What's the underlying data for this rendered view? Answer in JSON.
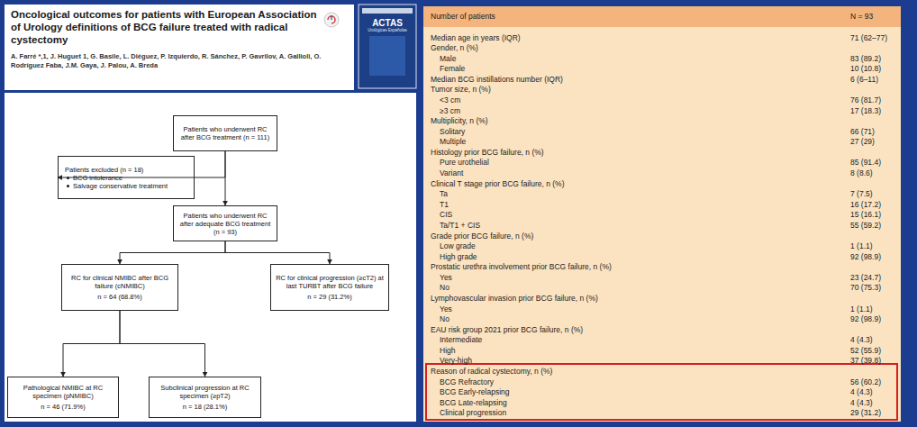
{
  "diagram": {
    "title": "Oncological outcomes for patients with European Association of Urology definitions of BCG failure treated with radical cystectomy",
    "nodes": [
      {
        "text": [
          "Patients who underwent RC after BCG treatment (n = 111)"
        ]
      },
      {
        "text": [
          "Patients excluded (n = 18)",
          "BCG intolerance",
          "Salvage conservative treatment"
        ]
      },
      {
        "text": [
          "Patients who underwent RC after adequate BCG treatment (n = 93)"
        ]
      },
      {
        "text": [
          "RC for clinical NMIBC after BCG failure (cNMIBC)",
          "n = 64 (68.8%)"
        ]
      },
      {
        "text": [
          "RC for clinical progression (≥cT2) at last TURBT after BCG failure",
          "n = 29 (31.2%)"
        ]
      },
      {
        "text": [
          "Pathological NMIBC at RC specimen (pNMIBC)",
          "n = 46 (71.9%)"
        ]
      },
      {
        "text": [
          "Subclinical progression at RC specimen (≥pT2)",
          "n = 18 (28.1%)"
        ]
      }
    ],
    "edges": [
      {
        "from": 0,
        "to": 1,
        "arrow": "to"
      },
      {
        "from": 0,
        "to": 2,
        "arrow": "to"
      },
      {
        "from": 2,
        "to": 3,
        "arrow": "to"
      },
      {
        "from": 2,
        "to": 4,
        "arrow": "to"
      },
      {
        "from": 3,
        "to": 5,
        "arrow": "to"
      },
      {
        "from": 3,
        "to": 6,
        "arrow": "to"
      }
    ],
    "labels": [
      "ACTAS",
      "Urológicas Españolas",
      "A. Farré *,1, J. Huguet 1, G. Basile, L. Diéguez, P. Izquierdo, R. Sánchez, P. Gavrilov, A. Gallioli, O. Rodríguez Faba, J.M. Gaya, J. Palou, A. Breda",
      "Number of patients",
      "N = 93",
      "Median age in years (IQR)",
      "71 (62–77)",
      "Gender, n (%)",
      "Male",
      "83 (89.2)",
      "Female",
      "10 (10.8)",
      "Median BCG instillations number (IQR)",
      "6 (6–11)",
      "Tumor size, n (%)",
      "<3 cm",
      "76 (81.7)",
      "≥3 cm",
      "17 (18.3)",
      "Multiplicity, n (%)",
      "Solitary",
      "66 (71)",
      "Multiple",
      "27 (29)",
      "Histology prior BCG failure, n (%)",
      "Pure urothelial",
      "85 (91.4)",
      "Variant",
      "8 (8.6)",
      "Clinical T stage prior BCG failure, n (%)",
      "Ta",
      "7 (7.5)",
      "T1",
      "16 (17.2)",
      "CIS",
      "15 (16.1)",
      "Ta/T1 + CIS",
      "55 (59.2)",
      "Grade prior BCG failure, n (%)",
      "Low grade",
      "1 (1.1)",
      "High grade",
      "92 (98.9)",
      "Prostatic urethra involvement prior BCG failure, n (%)",
      "Yes",
      "23 (24.7)",
      "No",
      "70 (75.3)",
      "Lymphovascular invasion prior BCG failure, n (%)",
      "Yes",
      "1 (1.1)",
      "No",
      "92 (98.9)",
      "EAU risk group 2021 prior BCG failure, n (%)",
      "Intermediate",
      "4 (4.3)",
      "High",
      "52 (55.9)",
      "Very-high",
      "37 (39.8)",
      "Reason of radical cystectomy, n (%)",
      "BCG Refractory",
      "56 (60.2)",
      "BCG Early-relapsing",
      "4 (4.3)",
      "BCG Late-relapsing",
      "4 (4.3)",
      "Clinical progression",
      "29 (31.2)"
    ]
  }
}
